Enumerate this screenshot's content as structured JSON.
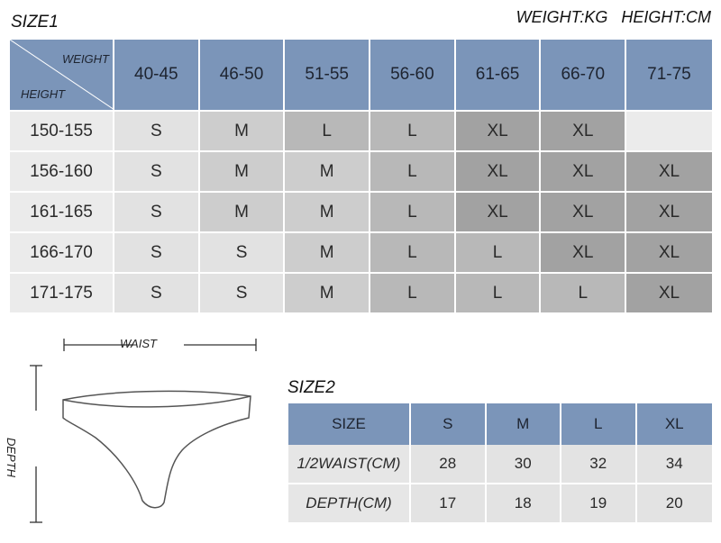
{
  "size1_title": "SIZE1",
  "units_note": "WEIGHT:KG   HEIGHT:CM",
  "table1": {
    "corner_weight": "WEIGHT",
    "corner_height": "HEIGHT",
    "weights": [
      "40-45",
      "46-50",
      "51-55",
      "56-60",
      "61-65",
      "66-70",
      "71-75"
    ],
    "rows": [
      {
        "height": "150-155",
        "sizes": [
          "S",
          "M",
          "L",
          "L",
          "XL",
          "XL",
          ""
        ]
      },
      {
        "height": "156-160",
        "sizes": [
          "S",
          "M",
          "M",
          "L",
          "XL",
          "XL",
          "XL"
        ]
      },
      {
        "height": "161-165",
        "sizes": [
          "S",
          "M",
          "M",
          "L",
          "XL",
          "XL",
          "XL"
        ]
      },
      {
        "height": "166-170",
        "sizes": [
          "S",
          "S",
          "M",
          "L",
          "L",
          "XL",
          "XL"
        ]
      },
      {
        "height": "171-175",
        "sizes": [
          "S",
          "S",
          "M",
          "L",
          "L",
          "L",
          "XL"
        ]
      }
    ]
  },
  "size_colors": {
    "S": "#e2e2e2",
    "M": "#cdcdcd",
    "L": "#b8b8b8",
    "XL": "#a2a2a2",
    "": "#ebebeb"
  },
  "header_color": "#7b95b9",
  "diagram": {
    "waist_label": "WAIST",
    "depth_label": "DEPTH"
  },
  "size2_title": "SIZE2",
  "table2": {
    "header_label": "SIZE",
    "sizes": [
      "S",
      "M",
      "L",
      "XL"
    ],
    "rows": [
      {
        "label": "1/2WAIST(CM)",
        "values": [
          "28",
          "30",
          "32",
          "34"
        ]
      },
      {
        "label": "DEPTH(CM)",
        "values": [
          "17",
          "18",
          "19",
          "20"
        ]
      }
    ]
  }
}
